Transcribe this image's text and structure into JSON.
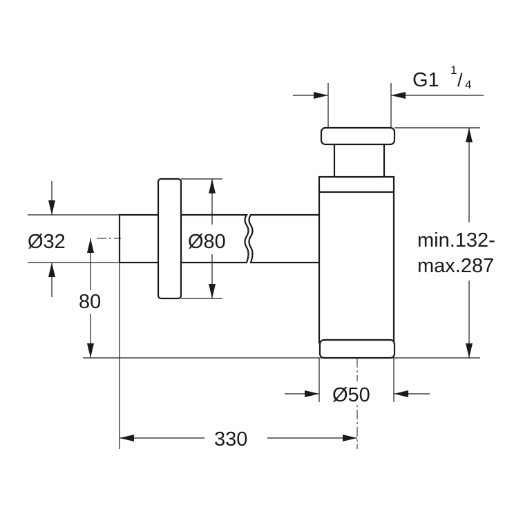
{
  "drawing": {
    "type": "technical-dimension-drawing",
    "subject": "bottle trap",
    "colors": {
      "line": "#1a1a1a",
      "background": "#ffffff"
    }
  },
  "dimensions": {
    "outlet_pipe_diameter": "Ø32",
    "rosette_diameter": "Ø80",
    "outlet_height": "80",
    "body_diameter": "Ø50",
    "horizontal_length": "330",
    "height_range_min": "min.132-",
    "height_range_max": "max.287",
    "thread_main": "G1",
    "thread_fraction_num": "1",
    "thread_fraction_den": "4"
  }
}
